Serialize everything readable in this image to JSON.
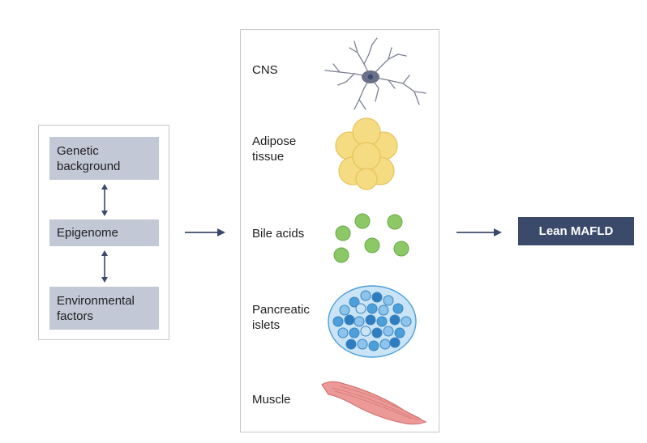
{
  "left_panel": {
    "factors": [
      {
        "label": "Genetic\nbackground"
      },
      {
        "label": "Epigenome"
      },
      {
        "label": "Environmental\nfactors"
      }
    ]
  },
  "middle_panel": {
    "organs": [
      {
        "label": "CNS",
        "icon": "neuron-icon"
      },
      {
        "label": "Adipose\ntissue",
        "icon": "adipocyte-cluster-icon"
      },
      {
        "label": "Bile acids",
        "icon": "bile-acid-dots-icon"
      },
      {
        "label": "Pancreatic\nislets",
        "icon": "pancreatic-islet-icon"
      },
      {
        "label": "Muscle",
        "icon": "muscle-fiber-icon"
      }
    ]
  },
  "outcome": {
    "label": "Lean MAFLD"
  },
  "colors": {
    "factor_box": "#c3c8d7",
    "arrow": "#3b4a6b",
    "outcome_box": "#3b4a6b",
    "neuron": "#7b8094",
    "adipose": "#f5db82",
    "bile": "#8cc866",
    "islet": "#4d9fd9",
    "muscle": "#ec9a98"
  }
}
